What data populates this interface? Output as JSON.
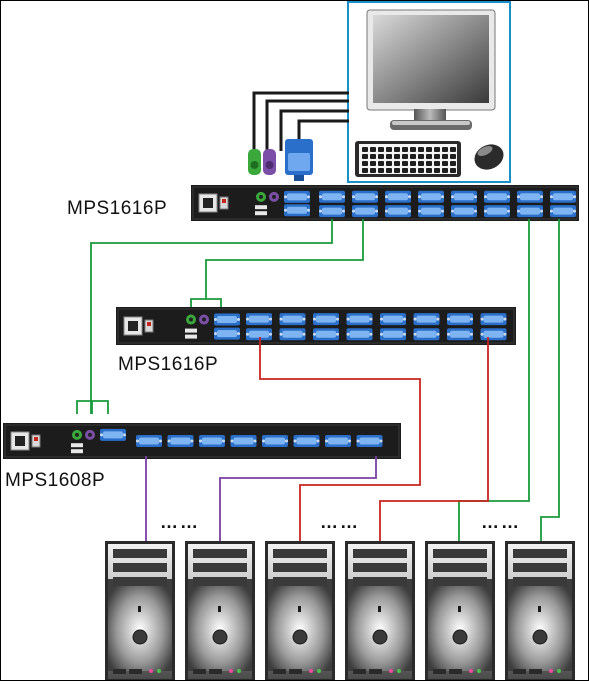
{
  "diagram": {
    "switches": [
      {
        "id": "top",
        "model": "MPS1616P"
      },
      {
        "id": "middle",
        "model": "MPS1616P"
      },
      {
        "id": "bottom",
        "model": "MPS1608P"
      }
    ],
    "ellipses": [
      "……",
      "……",
      "……"
    ],
    "console": {
      "devices": [
        "monitor",
        "keyboard",
        "mouse"
      ]
    },
    "computers_count": 6,
    "colors": {
      "cascade_link": "#1a9a3a",
      "computer_link_purple": "#7b3fa0",
      "computer_link_red": "#c8241e",
      "switch_body": "#1c1c1c",
      "vga_port": "#2a6fc9",
      "ps2_keyboard": "#7b4fa8",
      "ps2_mouse": "#3aa83a",
      "frame": "#1a8fc8"
    }
  }
}
